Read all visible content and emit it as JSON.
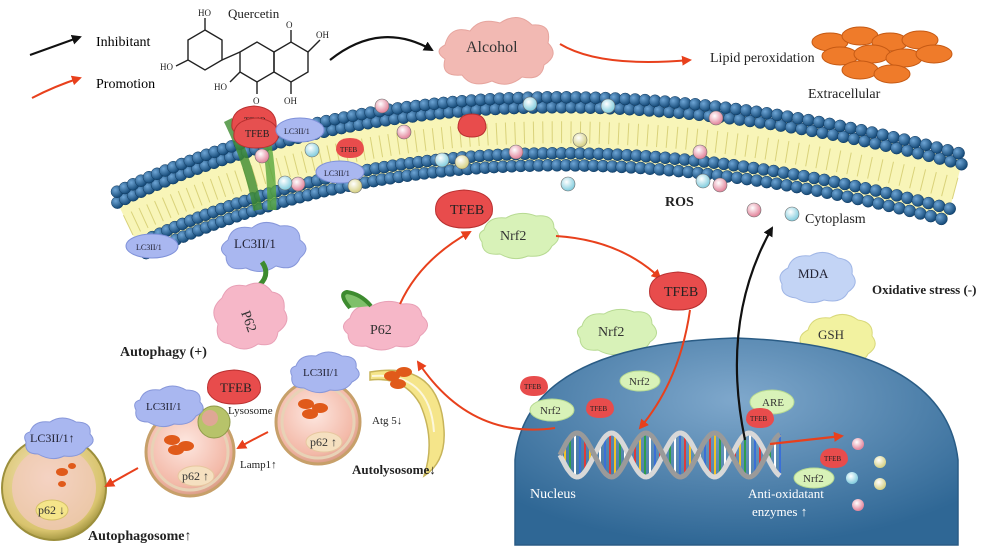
{
  "legend": {
    "inhibitant": "Inhibitant",
    "promotion": "Promotion"
  },
  "compound": {
    "name": "Quercetin",
    "atoms": {
      "oh": "OH",
      "ho": "HO",
      "o": "O"
    }
  },
  "stimulus": {
    "alcohol": "Alcohol",
    "lipid_peroxidation": "Lipid peroxidation"
  },
  "compartments": {
    "extracellular": "Extracellular",
    "cytoplasm": "Cytoplasm",
    "nucleus": "Nucleus"
  },
  "molecules": {
    "tfeb": "TFEB",
    "nrf2": "Nrf2",
    "p62": "P62",
    "lc3": "LC3II/1",
    "lc3_up": "LC3II/1↑",
    "are": "ARE",
    "ros": "ROS",
    "mda": "MDA",
    "gsh": "GSH",
    "p62_up": "p62 ↑",
    "p62_down": "p62 ↓",
    "lysosome": "Lysosome",
    "lamp1": "Lamp1↑",
    "atg5": "Atg 5↓"
  },
  "states": {
    "oxidative_stress": "Oxidative stress (-)",
    "autophagy": "Autophagy (+)",
    "autophagosome": "Autophagosome↑",
    "autolysosome": "Autolysosome↓",
    "anti_oxidant_line1": "Anti-oxidatant",
    "anti_oxidant_line2": "enzymes ↑"
  },
  "colors": {
    "inhibit_arrow": "#111111",
    "promote_arrow": "#e8401c",
    "membrane_head": "#1f5f96",
    "nucleus_fill": "#3f79a8",
    "tfeb_red": "#e84c4c",
    "nrf2_green": "#d8f2b8",
    "p62_pink": "#f6b7c8",
    "lc3_blue": "#a9b7f0",
    "mda_blue": "#c3d4f5",
    "gsh_yellow": "#f2f2a0"
  }
}
